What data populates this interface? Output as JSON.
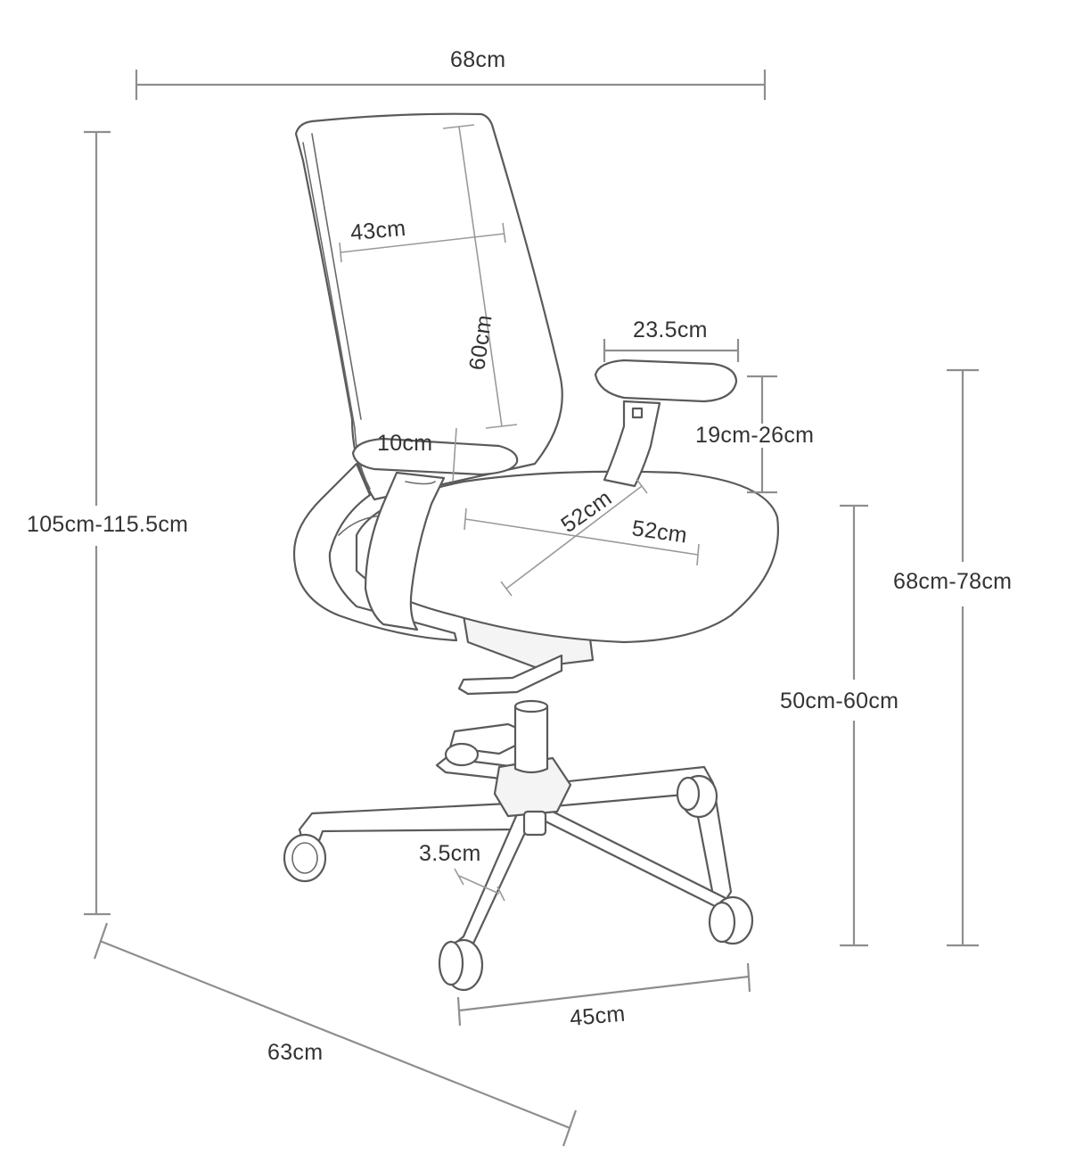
{
  "dimensions": {
    "overall_width": "68cm",
    "overall_height": "105cm-115.5cm",
    "overall_depth": "63cm",
    "backrest_width": "43cm",
    "backrest_height": "60cm",
    "armrest_length": "23.5cm",
    "armrest_height": "19cm-26cm",
    "armrest_width": "10cm",
    "seat_depth": "52cm",
    "seat_width": "52cm",
    "armrest_floor_height": "68cm-78cm",
    "seat_height": "50cm-60cm",
    "caster_size": "3.5cm",
    "base_width": "45cm"
  }
}
